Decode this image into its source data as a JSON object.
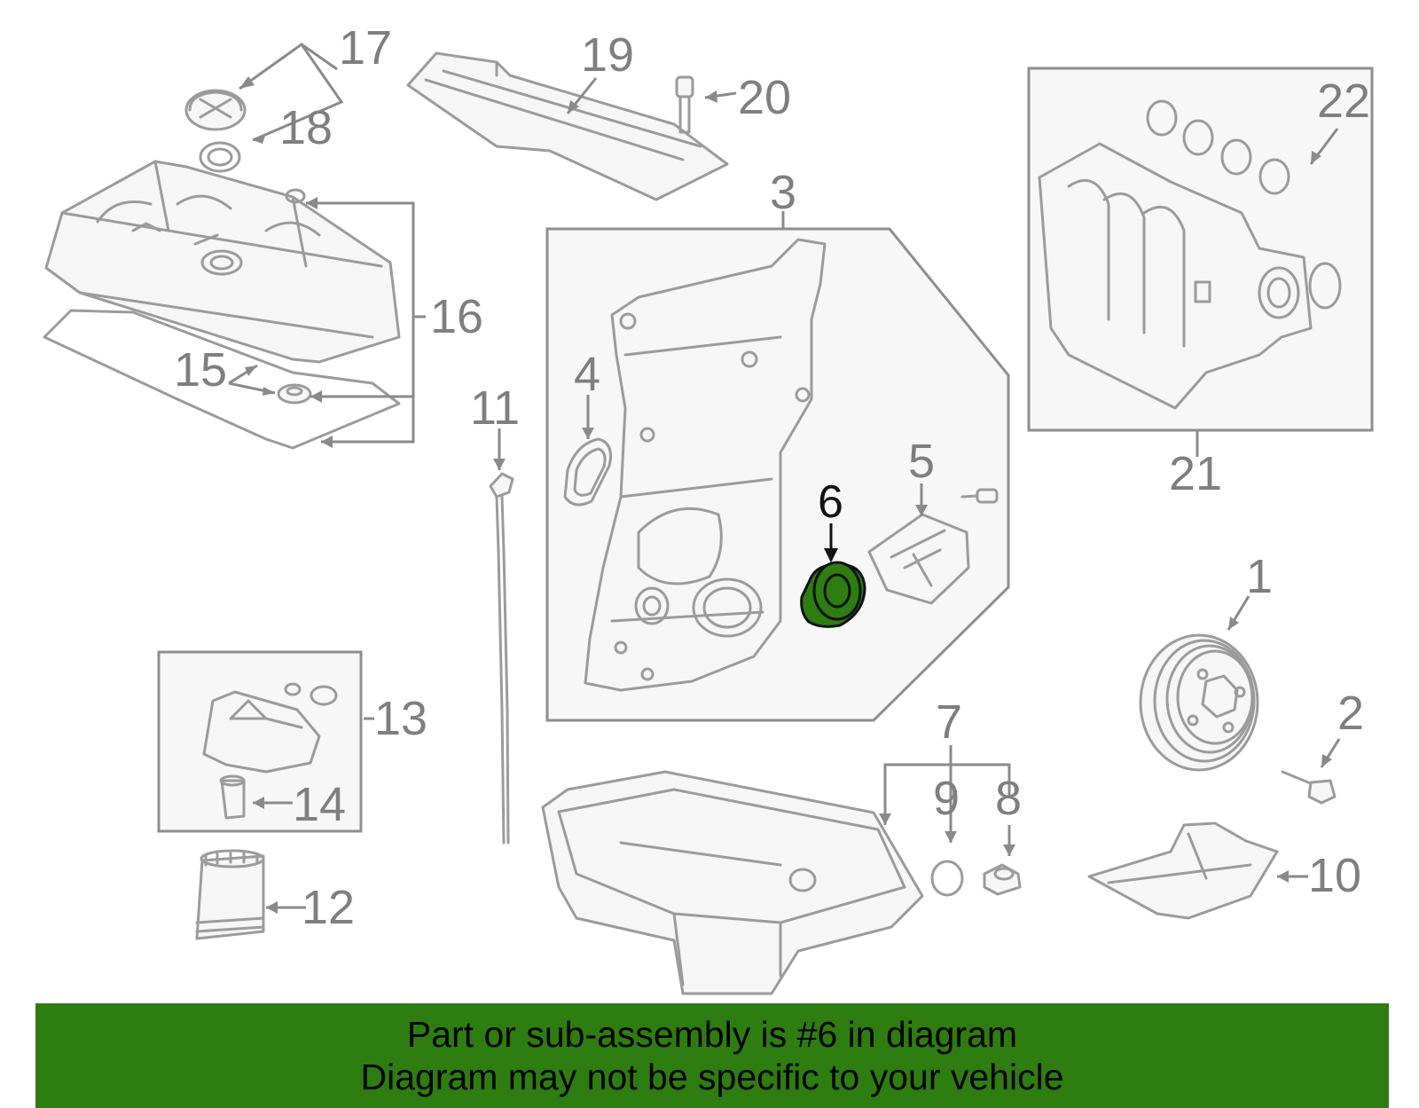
{
  "callouts": {
    "c1": "1",
    "c2": "2",
    "c3": "3",
    "c4": "4",
    "c5": "5",
    "c6": "6",
    "c7": "7",
    "c8": "8",
    "c9": "9",
    "c10": "10",
    "c11": "11",
    "c12": "12",
    "c13": "13",
    "c14": "14",
    "c15": "15",
    "c16": "16",
    "c17": "17",
    "c18": "18",
    "c19": "19",
    "c20": "20",
    "c21": "21",
    "c22": "22"
  },
  "highlighted_part": "6",
  "colors": {
    "highlight": "#2e7d10",
    "banner_background": "#2e7d10",
    "part_lines": "#9b9b9b",
    "banner_text": "#000000"
  },
  "banner": {
    "line1": "Part or sub-assembly is #6 in diagram",
    "line2": "Diagram may not be specific to your vehicle"
  }
}
